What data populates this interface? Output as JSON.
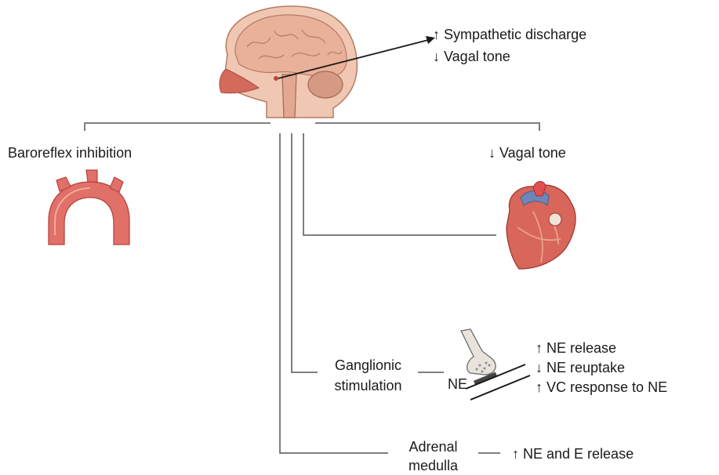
{
  "colors": {
    "line": "#555555",
    "text": "#1a1a1a",
    "brain": "#e8b4a0",
    "brain_dark": "#b87a63",
    "aorta": "#e07068",
    "aorta_dark": "#b9443f",
    "heart": "#d8665a",
    "heart_light": "#eaa28a",
    "vessel_blue": "#6d86b8",
    "synapse": "#e8e4dc"
  },
  "icons": {
    "brain": "brain-illustration",
    "aorta": "aortic-arch-illustration",
    "heart": "heart-illustration",
    "synapse": "nerve-terminal-synapse"
  },
  "brain_effects": {
    "line1": "↑ Sympathetic discharge",
    "line2": "↓ Vagal tone"
  },
  "left_branch": {
    "label": "Baroreflex inhibition"
  },
  "right_branch": {
    "label": "↓ Vagal tone"
  },
  "ganglionic": {
    "label_line1": "Ganglionic",
    "label_line2": "stimulation",
    "ne_label": "NE",
    "effects": [
      "↑ NE release",
      "↓ NE reuptake",
      "↑ VC response to NE"
    ]
  },
  "adrenal": {
    "label_line1": "Adrenal",
    "label_line2": "medulla",
    "effect": "↑ NE and E release"
  }
}
